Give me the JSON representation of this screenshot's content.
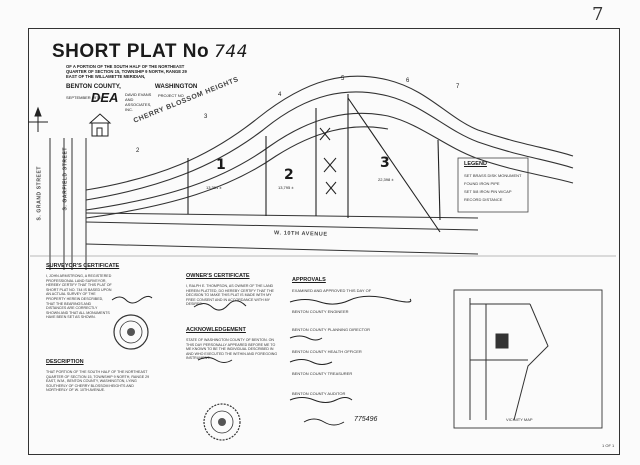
{
  "header": {
    "title": "SHORT PLAT No",
    "plat_number": "744",
    "sub_lines": [
      "OF A PORTION OF THE SOUTH HALF OF THE NORTHEAST",
      "QUARTER OF SECTION 15, TOWNSHIP 9 NORTH, RANGE 29",
      "EAST OF THE WILLAMETTE MERIDIAN,"
    ],
    "county": "BENTON COUNTY,",
    "state": "WASHINGTON",
    "date": "SEPTEMBER 1978",
    "firm": "DEA",
    "firm_sub": "DAVID EVANS AND ASSOCIATES, INC.",
    "ref": "PROJECT NO"
  },
  "map": {
    "road_label": "CHERRY BLOSSOM HEIGHTS",
    "avenue_label": "W. 10TH AVENUE",
    "left_street_a": "S. GRAND STREET",
    "left_street_b": "S. GARFIELD STREET",
    "lots": [
      "1",
      "2",
      "3"
    ],
    "areas": [
      "13,301 ±",
      "13,795 ±",
      "22,398 ±"
    ],
    "outer_lots": [
      "2",
      "3",
      "4",
      "5",
      "6",
      "7"
    ],
    "legend_title": "LEGEND",
    "legend_items": [
      "SET BRASS DISK MONUMENT",
      "FOUND IRON PIPE",
      "SET 5/8 IRON PIN W/CAP",
      "RECORD DISTANCE"
    ]
  },
  "surveyor": {
    "heading": "SURVEYOR'S CERTIFICATE",
    "text": "I, JOHN ARMSTRONG, A REGISTERED PROFESSIONAL LAND SURVEYOR, HEREBY CERTIFY THAT THIS PLAT OF SHORT PLAT NO. 744 IS BASED UPON AN ACTUAL SURVEY OF THE PROPERTY HEREIN DESCRIBED, THAT THE BEARINGS AND DISTANCES ARE CORRECTLY SHOWN AND THAT ALL MONUMENTS HAVE BEEN SET AS SHOWN."
  },
  "owner": {
    "heading": "OWNER'S CERTIFICATE",
    "text": "I, RALPH E. THOMPSON, AS OWNER OF THE LAND HEREIN PLATTED, DO HEREBY CERTIFY THAT THE DECISION TO MAKE THIS PLAT IS MADE WITH MY FREE CONSENT AND IN ACCORDANCE WITH MY DESIRES."
  },
  "acknowledgement": {
    "heading": "ACKNOWLEDGEMENT",
    "text": "STATE OF WASHINGTON COUNTY OF BENTON. ON THIS DAY PERSONALLY APPEARED BEFORE ME TO ME KNOWN TO BE THE INDIVIDUAL DESCRIBED IN AND WHO EXECUTED THE WITHIN AND FOREGOING INSTRUMENT."
  },
  "description": {
    "heading": "DESCRIPTION",
    "text": "THAT PORTION OF THE SOUTH HALF OF THE NORTHEAST QUARTER OF SECTION 15, TOWNSHIP 9 NORTH, RANGE 29 EAST, W.M., BENTON COUNTY, WASHINGTON, LYING SOUTHERLY OF CHERRY BLOSSOM HEIGHTS AND NORTHERLY OF W. 10TH AVENUE."
  },
  "approvals": {
    "heading": "APPROVALS",
    "lines": [
      "EXAMINED AND APPROVED THIS DAY OF",
      "BENTON COUNTY ENGINEER",
      "BENTON COUNTY PLANNING DIRECTOR",
      "BENTON COUNTY HEALTH OFFICER",
      "BENTON COUNTY TREASURER",
      "BENTON COUNTY AUDITOR"
    ],
    "recording_no": "775496",
    "vicinity_label": "VICINITY MAP"
  },
  "footer": {
    "sheet_code": "1 OF 1"
  },
  "corner_mark": "7"
}
